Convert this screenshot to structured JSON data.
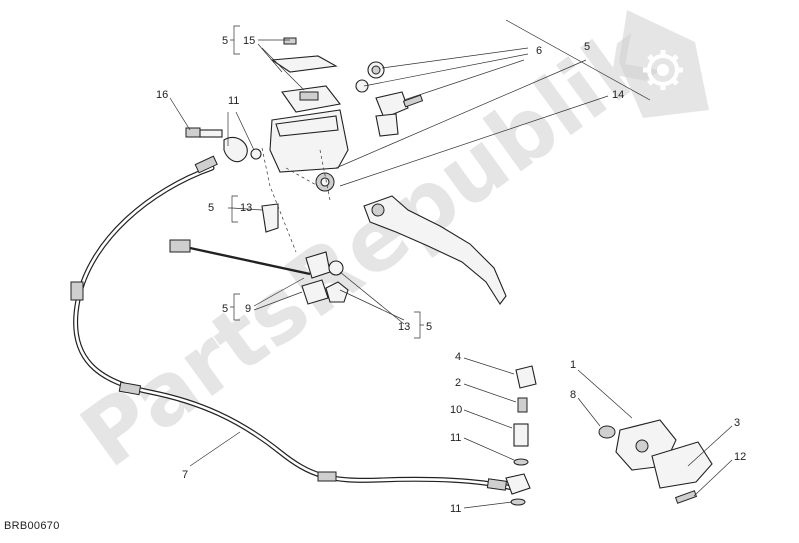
{
  "diagram": {
    "code": "BRB00670",
    "watermark": "PartsRepublik",
    "callouts": {
      "a5": "5",
      "a15": "15",
      "a16": "16",
      "a11": "11",
      "a6": "6",
      "a5b": "5",
      "a14": "14",
      "a5c": "5",
      "a13": "13",
      "a5d": "5",
      "a9": "9",
      "a13b": "13",
      "a5e": "5",
      "a4": "4",
      "a2": "2",
      "a10": "10",
      "a11b": "11",
      "a11c": "11",
      "a1": "1",
      "a8": "8",
      "a3": "3",
      "a12": "12",
      "a7": "7"
    }
  }
}
